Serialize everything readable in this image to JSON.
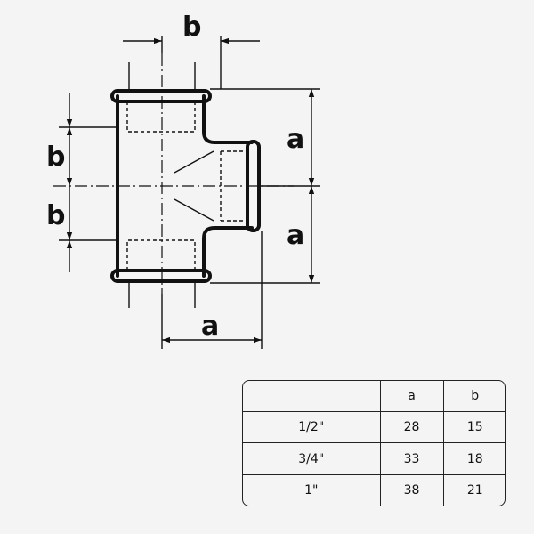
{
  "diagram": {
    "labels": {
      "b_top": "b",
      "b_left_upper": "b",
      "b_left_lower": "b",
      "a_right_upper": "a",
      "a_right_lower": "a",
      "a_bottom": "a"
    }
  },
  "table": {
    "headers": [
      "",
      "a",
      "b"
    ],
    "rows": [
      [
        "1/2\"",
        "28",
        "15"
      ],
      [
        "3/4\"",
        "33",
        "18"
      ],
      [
        "1\"",
        "38",
        "21"
      ]
    ]
  }
}
